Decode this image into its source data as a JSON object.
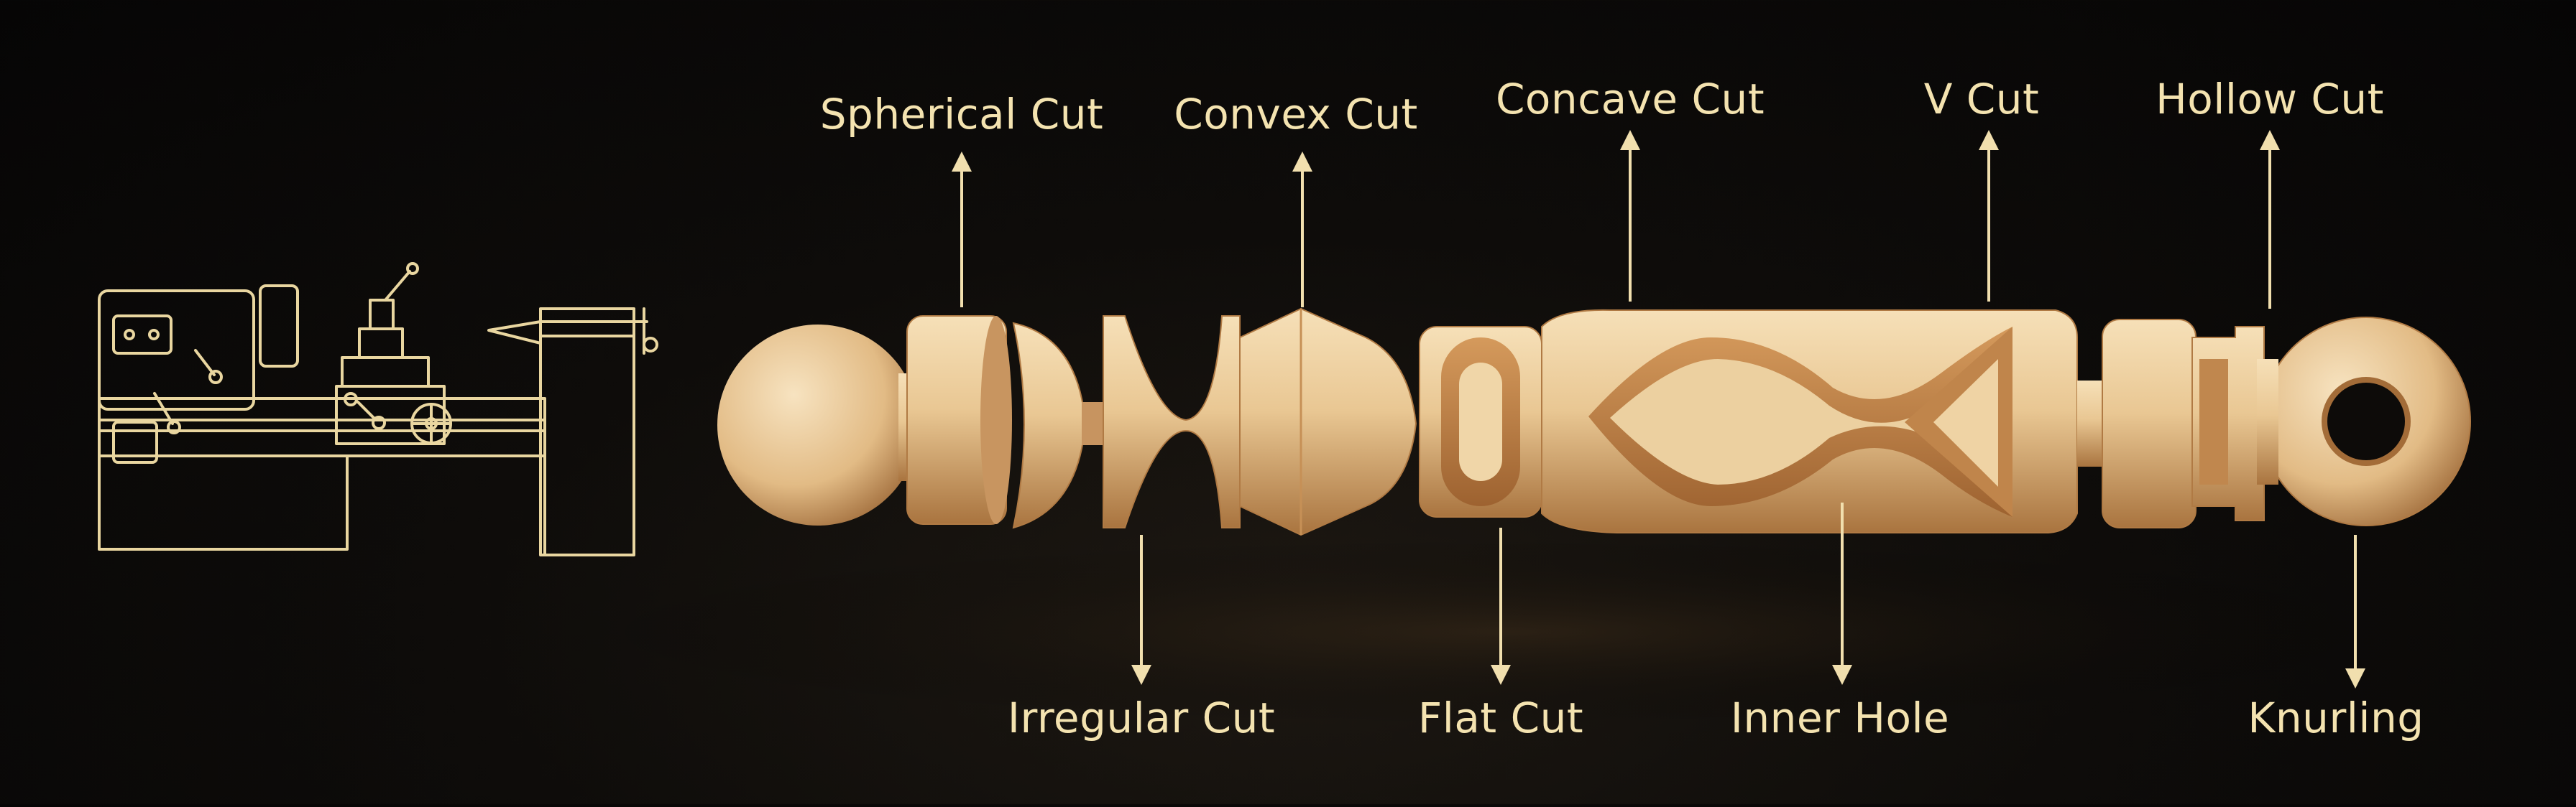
{
  "colors": {
    "background": "#0b0a09",
    "label_text": "#f4e3b0",
    "arrow": "#f1dfae",
    "lathe_outline": "#e9d6a0",
    "wood_light": "#f3d9ad",
    "wood_mid": "#dcb27c",
    "wood_dark": "#a7723f",
    "carved_groove": "#c0854b"
  },
  "lathe_icon": {
    "name": "lathe-machine-icon"
  },
  "labels_top": [
    {
      "id": "spherical",
      "text": "Spherical Cut"
    },
    {
      "id": "convex",
      "text": "Convex Cut"
    },
    {
      "id": "concave",
      "text": "Concave Cut"
    },
    {
      "id": "v",
      "text": "V Cut"
    },
    {
      "id": "hollow",
      "text": "Hollow Cut"
    }
  ],
  "labels_bottom": [
    {
      "id": "irregular",
      "text": "Irregular Cut"
    },
    {
      "id": "flat",
      "text": "Flat Cut"
    },
    {
      "id": "inner_hole",
      "text": "Inner Hole"
    },
    {
      "id": "knurling",
      "text": "Knurling"
    }
  ]
}
